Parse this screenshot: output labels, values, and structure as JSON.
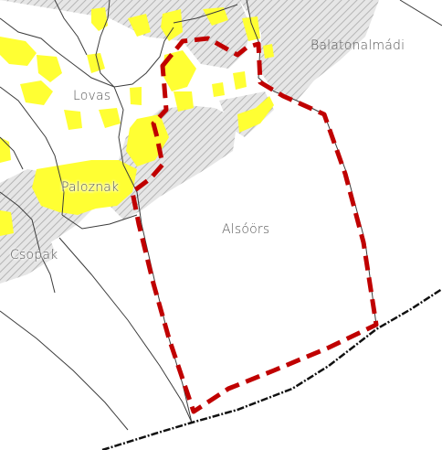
{
  "map": {
    "labels": {
      "balatonalmadi": "Balatonalmádi",
      "lovas": "Lovas",
      "paloznak": "Paloznak",
      "alsoors": "Alsóörs",
      "csopak": "Csopak"
    },
    "colors": {
      "background": "#ffffff",
      "highlight_fill": "#ffff33",
      "hatch_fill": "#d9d9d9",
      "hatch_line": "#bdbdbd",
      "boundary": "#444444",
      "selected_outline": "#c00000",
      "shoreline": "#111111"
    },
    "legend_icons": [
      "dashed-boundary",
      "yellow-zone",
      "hatched-zone"
    ]
  }
}
